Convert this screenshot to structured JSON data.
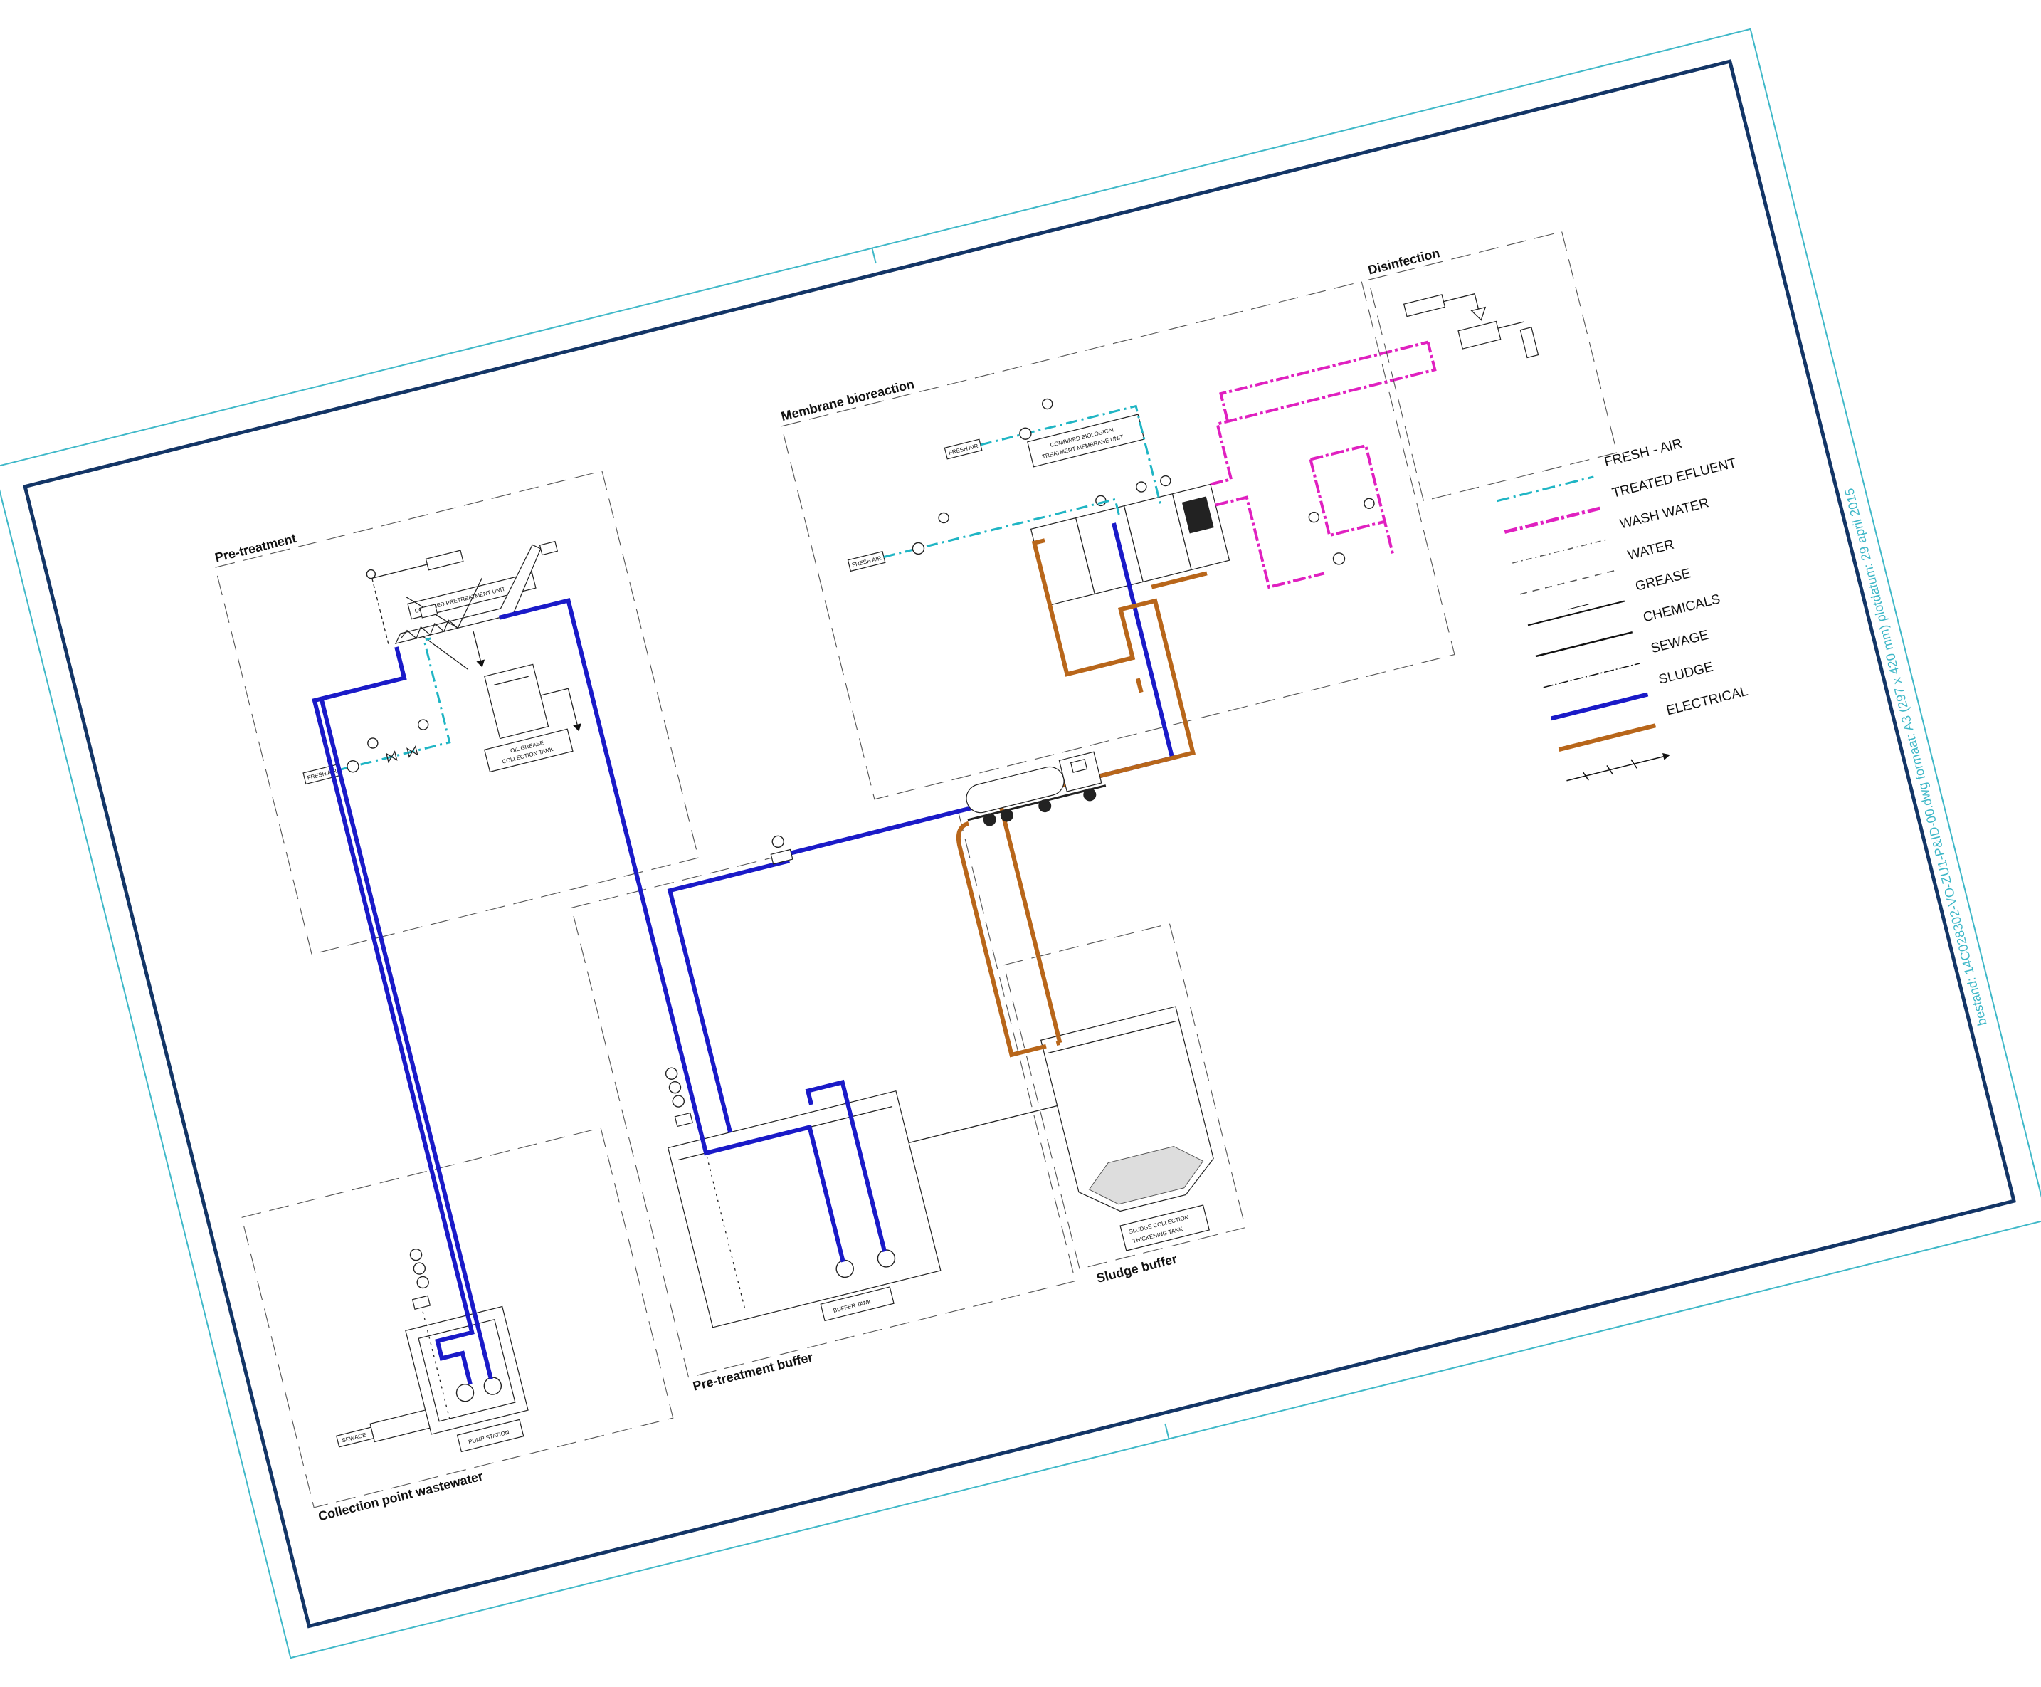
{
  "metadata_line": "bestand: 14C028302-VO-ZU1-P&ID-00.dwg formaat: A3 (297 x 420 mm) plotdatum: 29 april 2015",
  "areas": {
    "pre_treatment": "Pre-treatment",
    "membrane_bioreaction": "Membrane bioreaction",
    "disinfection": "Disinfection",
    "pre_treatment_buffer": "Pre-treatment buffer",
    "sludge_buffer": "Sludge buffer",
    "collection_point": "Collection point wastewater"
  },
  "equipment": {
    "combined_pretreatment_unit": "COMBINED PRETREATMENT UNIT",
    "oil_grease_tank_line1": "OIL GREASE",
    "oil_grease_tank_line2": "COLLECTION TANK",
    "combined_bio_line1": "COMBINED BIOLOGICAL",
    "combined_bio_line2": "TREATMENT MEMBRANE UNIT",
    "buffer_tank": "BUFFER TANK",
    "sludge_tank_line1": "SLUDGE COLLECTION",
    "sludge_tank_line2": "THICKENING TANK",
    "pump_station": "PUMP STATION",
    "fresh_air_1": "FRESH AIR",
    "fresh_air_2": "FRESH AIR",
    "fresh_air_3": "FRESH AIR",
    "sewage_inlet": "SEWAGE"
  },
  "legend": {
    "title": "",
    "items": [
      {
        "label": "FRESH - AIR",
        "color": "#1fb5c4",
        "style": "dash-dot"
      },
      {
        "label": "TREATED EFLUENT",
        "color": "#e020c0",
        "style": "dash-dot-thick"
      },
      {
        "label": "WASH WATER",
        "color": "#555555",
        "style": "dashed"
      },
      {
        "label": "WATER",
        "color": "#555555",
        "style": "dashed-fine"
      },
      {
        "label": "GREASE",
        "color": "#111111",
        "style": "solid"
      },
      {
        "label": "CHEMICALS",
        "color": "#111111",
        "style": "solid-dots"
      },
      {
        "label": "SEWAGE",
        "color": "#1a1ac8",
        "style": "solid-thick"
      },
      {
        "label": "SLUDGE",
        "color": "#b8661a",
        "style": "solid-thick"
      },
      {
        "label": "ELECTRICAL",
        "color": "#111111",
        "style": "ticked"
      }
    ]
  },
  "colors": {
    "border": "#133566",
    "outer_border": "#3fb8c8",
    "sewage": "#1a1ac8",
    "sludge": "#b8661a",
    "fresh_air": "#1fb5c4",
    "effluent": "#e020c0"
  }
}
